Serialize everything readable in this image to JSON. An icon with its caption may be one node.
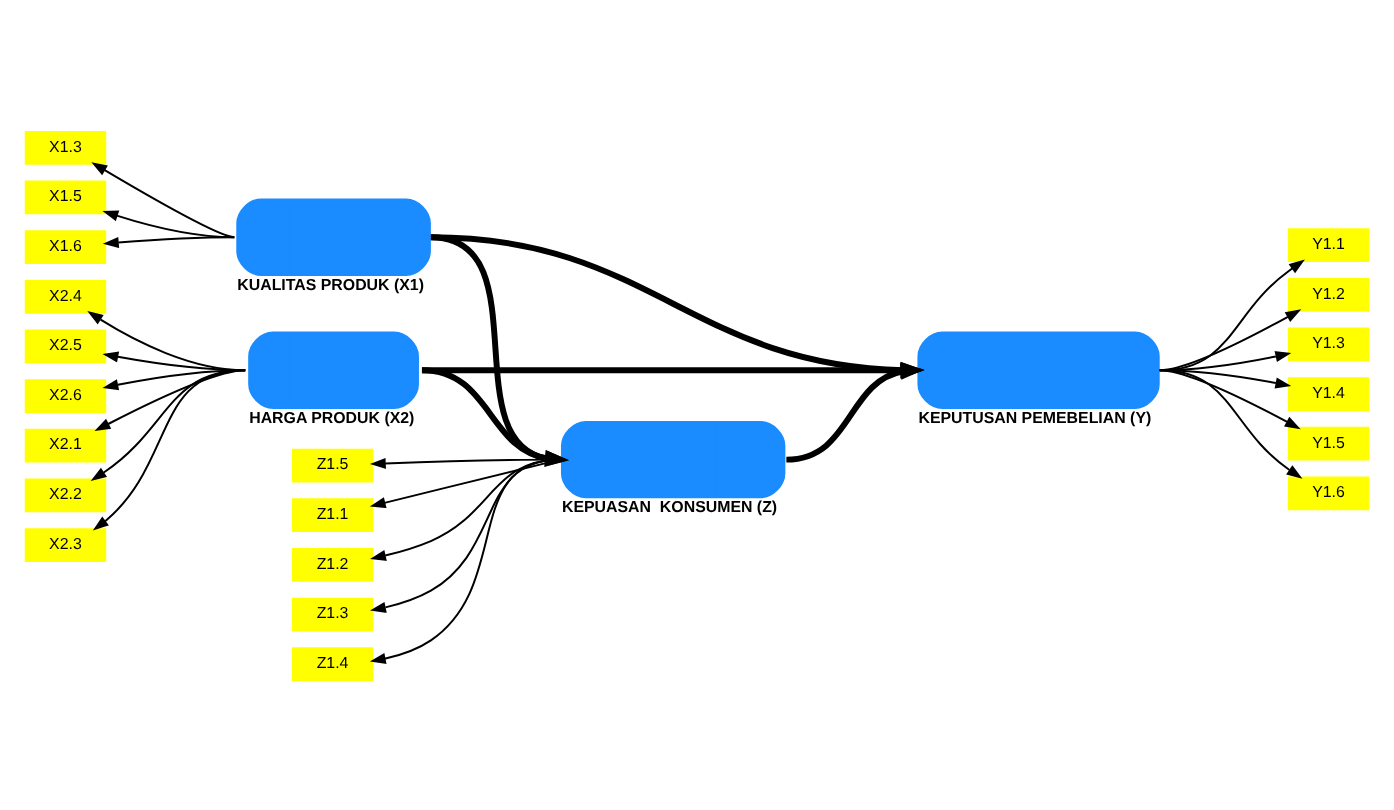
{
  "diagram": {
    "nodes": [
      {
        "text": [
          "KUALITAS PRODUK (X1)"
        ]
      },
      {
        "text": [
          "X1.3"
        ]
      },
      {
        "text": [
          "X1.5"
        ]
      },
      {
        "text": [
          "X1.6"
        ]
      },
      {
        "text": [
          "KEPUASAN  KONSUMEN (Z)"
        ]
      },
      {
        "text": [
          "Z1.1"
        ]
      },
      {
        "text": [
          "Z1.2"
        ]
      },
      {
        "text": [
          "Z1.3"
        ]
      },
      {
        "text": [
          "Z1.4"
        ]
      },
      {
        "text": [
          "Z1.5"
        ]
      },
      {
        "text": [
          "HARGA PRODUK (X2)"
        ]
      },
      {
        "text": [
          "X2.1"
        ]
      },
      {
        "text": [
          "X2.2"
        ]
      },
      {
        "text": [
          "X2.3"
        ]
      },
      {
        "text": [
          "X2.4"
        ]
      },
      {
        "text": [
          "X2.5"
        ]
      },
      {
        "text": [
          "X2.6"
        ]
      },
      {
        "text": [
          "KEPUTUSAN PEMEBELIAN (Y)"
        ]
      },
      {
        "text": [
          "Y1.1"
        ]
      },
      {
        "text": [
          "Y1.2"
        ]
      },
      {
        "text": [
          "Y1.3"
        ]
      },
      {
        "text": [
          "Y1.4"
        ]
      },
      {
        "text": [
          "Y1.5"
        ]
      },
      {
        "text": [
          "Y1.6"
        ]
      }
    ],
    "edges": [
      {
        "from": 0,
        "to": 1,
        "arrow": "to"
      },
      {
        "from": 0,
        "to": 2,
        "arrow": "to"
      },
      {
        "from": 0,
        "to": 3,
        "arrow": "to"
      },
      {
        "from": 4,
        "to": 5,
        "arrow": "to"
      },
      {
        "from": 4,
        "to": 6,
        "arrow": "to"
      },
      {
        "from": 4,
        "to": 7,
        "arrow": "to"
      },
      {
        "from": 4,
        "to": 8,
        "arrow": "to"
      },
      {
        "from": 4,
        "to": 9,
        "arrow": "to"
      },
      {
        "from": 10,
        "to": 11,
        "arrow": "to"
      },
      {
        "from": 10,
        "to": 12,
        "arrow": "to"
      },
      {
        "from": 10,
        "to": 13,
        "arrow": "to"
      },
      {
        "from": 10,
        "to": 14,
        "arrow": "to"
      },
      {
        "from": 10,
        "to": 15,
        "arrow": "to"
      },
      {
        "from": 10,
        "to": 16,
        "arrow": "to"
      },
      {
        "from": 17,
        "to": 18,
        "arrow": "to"
      },
      {
        "from": 17,
        "to": 19,
        "arrow": "to"
      },
      {
        "from": 17,
        "to": 20,
        "arrow": "to"
      },
      {
        "from": 17,
        "to": 21,
        "arrow": "to"
      },
      {
        "from": 17,
        "to": 22,
        "arrow": "to"
      },
      {
        "from": 17,
        "to": 23,
        "arrow": "to"
      },
      {
        "from": 0,
        "to": 4,
        "arrow": "to",
        "style": "thick"
      },
      {
        "from": 0,
        "to": 17,
        "arrow": "to",
        "style": "thick"
      },
      {
        "from": 4,
        "to": 17,
        "arrow": "to",
        "style": "thick"
      },
      {
        "from": 10,
        "to": 4,
        "arrow": "to",
        "style": "thick"
      },
      {
        "from": 10,
        "to": 17,
        "arrow": "to",
        "style": "thick"
      }
    ]
  }
}
